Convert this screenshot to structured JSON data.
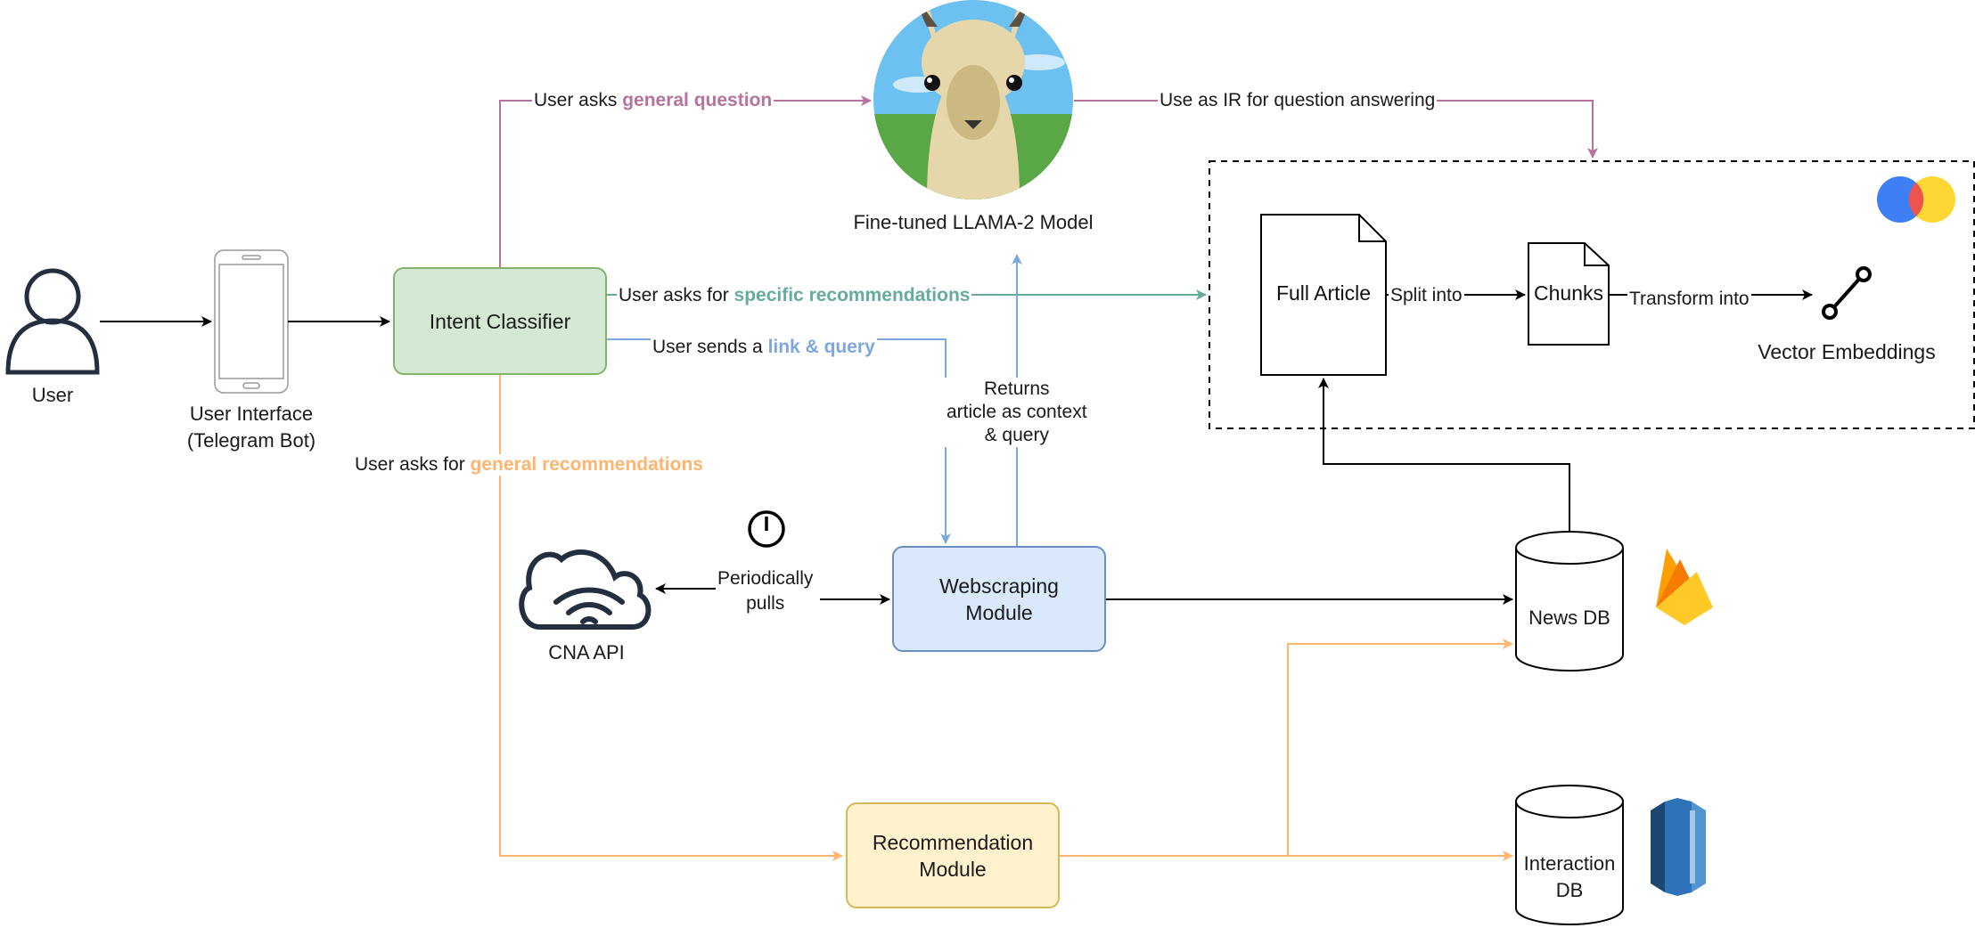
{
  "nodes": {
    "user": "User",
    "user_interface_line1": "User Interface",
    "user_interface_line2": "(Telegram Bot)",
    "intent_classifier": "Intent Classifier",
    "llama_model": "Fine-tuned LLAMA-2 Model",
    "webscraping_line1": "Webscraping",
    "webscraping_line2": "Module",
    "recommendation_line1": "Recommendation",
    "recommendation_line2": "Module",
    "cna_api": "CNA API",
    "news_db": "News DB",
    "interaction_db_line1": "Interaction",
    "interaction_db_line2": "DB",
    "full_article": "Full Article",
    "chunks": "Chunks",
    "vector_embeddings": "Vector Embeddings"
  },
  "edges": {
    "general_question_prefix": "User asks ",
    "general_question_highlight": "general question",
    "use_as_ir": "Use as IR for question answering",
    "specific_rec_prefix": "User asks for ",
    "specific_rec_highlight": "specific recommendations",
    "link_query_prefix": "User sends a ",
    "link_query_highlight": "link & query",
    "general_rec_prefix": "User asks for ",
    "general_rec_highlight": "general recommendations",
    "returns_line1": "Returns",
    "returns_line2": "article as context",
    "returns_line3": "& query",
    "periodically_line1": "Periodically",
    "periodically_line2": "pulls",
    "split_into": "Split into",
    "transform_into": "Transform into"
  },
  "colors": {
    "purple": "#b5739d",
    "teal": "#67ab9f",
    "blue": "#7ea6e0",
    "orange": "#ffb570",
    "green_fill": "#d5e8d4",
    "green_stroke": "#82b366",
    "blue_fill": "#dae8fc",
    "blue_stroke": "#6c8ebf",
    "yellow_fill": "#fff2cc",
    "yellow_stroke": "#d6b656"
  },
  "icons": [
    "user-icon",
    "phone-icon",
    "llama-icon",
    "cloud-icon",
    "timer-icon",
    "firebase-icon",
    "aws-rds-icon",
    "logo-icon",
    "vector-embedding-icon"
  ]
}
